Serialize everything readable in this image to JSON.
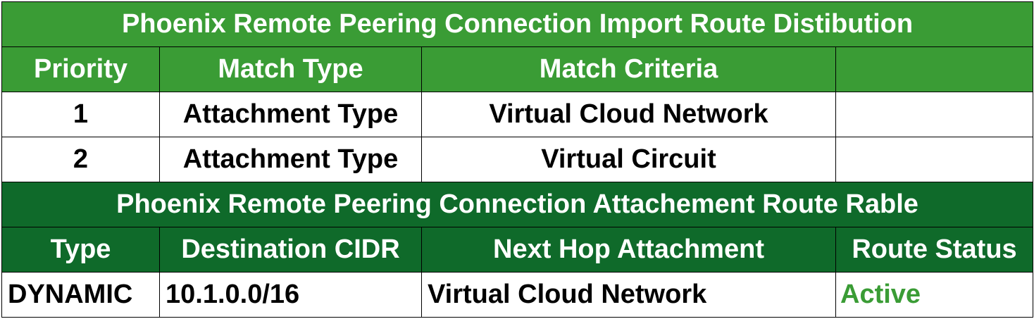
{
  "import_table": {
    "title": "Phoenix Remote Peering Connection Import Route Distibution",
    "headers": [
      "Priority",
      "Match Type",
      "Match Criteria",
      ""
    ],
    "rows": [
      {
        "priority": "1",
        "match_type": "Attachment Type",
        "match_criteria": "Virtual Cloud Network",
        "extra": ""
      },
      {
        "priority": "2",
        "match_type": "Attachment Type",
        "match_criteria": "Virtual Circuit",
        "extra": ""
      }
    ]
  },
  "route_table": {
    "title": "Phoenix Remote Peering Connection Attachement Route Rable",
    "headers": [
      "Type",
      "Destination CIDR",
      "Next Hop Attachment",
      "Route Status"
    ],
    "rows": [
      {
        "type": "DYNAMIC",
        "destination_cidr": "10.1.0.0/16",
        "next_hop": "Virtual Cloud Network",
        "route_status": "Active"
      }
    ]
  },
  "colors": {
    "import_header_bg": "#3a9c35",
    "route_header_bg": "#0f6a2a",
    "status_active": "#3a9c35"
  }
}
